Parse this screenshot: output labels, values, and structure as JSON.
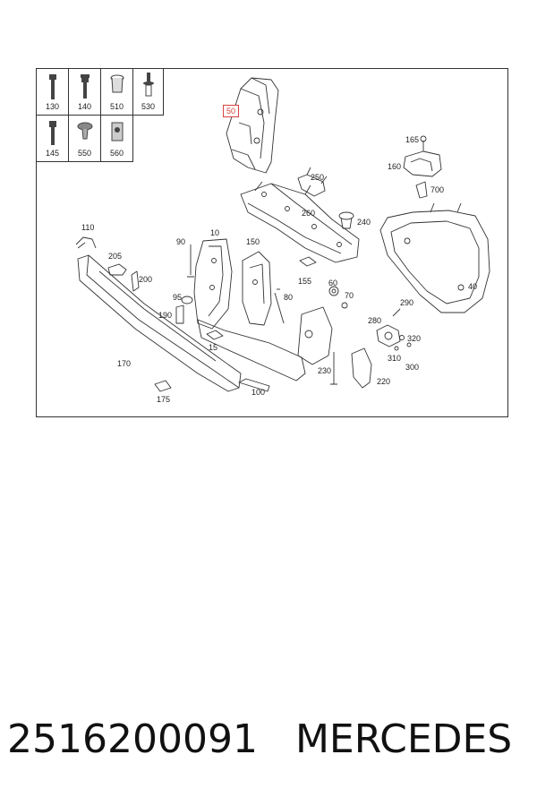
{
  "legend": {
    "parts": [
      {
        "number": "130",
        "icon": "bolt-icon"
      },
      {
        "number": "140",
        "icon": "flange-bolt-icon"
      },
      {
        "number": "510",
        "icon": "sleeve-icon"
      },
      {
        "number": "530",
        "icon": "rivet-icon"
      },
      {
        "number": "145",
        "icon": "stud-bolt-icon"
      },
      {
        "number": "550",
        "icon": "push-clip-icon"
      },
      {
        "number": "560",
        "icon": "clip-nut-icon"
      }
    ]
  },
  "callouts": {
    "c50": "50",
    "c165": "165",
    "c160": "160",
    "c700": "700",
    "c250": "250",
    "c260": "260",
    "c240": "240",
    "c110": "110",
    "c90": "90",
    "c10": "10",
    "c150": "150",
    "c205": "205",
    "c200": "200",
    "c95": "95",
    "c190": "190",
    "c15": "15",
    "c155": "155",
    "c60": "60",
    "c70": "70",
    "c80": "80",
    "c40": "40",
    "c290": "290",
    "c280": "280",
    "c320": "320",
    "c310": "310",
    "c300": "300",
    "c170": "170",
    "c230": "230",
    "c220": "220",
    "c100": "100",
    "c175": "175"
  },
  "highlight_color": "#d9413f",
  "footer": {
    "part_number": "2516200091",
    "brand": "MERCEDES"
  }
}
